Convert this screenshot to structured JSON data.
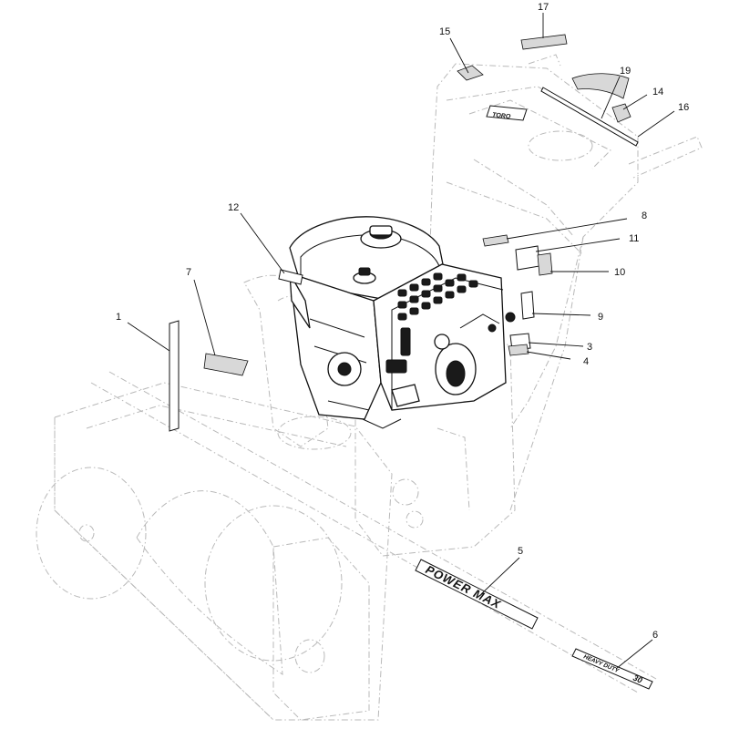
{
  "diagram": {
    "callouts": [
      {
        "id": "1",
        "label": "1"
      },
      {
        "id": "3",
        "label": "3"
      },
      {
        "id": "4",
        "label": "4"
      },
      {
        "id": "5",
        "label": "5"
      },
      {
        "id": "6",
        "label": "6"
      },
      {
        "id": "7",
        "label": "7"
      },
      {
        "id": "8",
        "label": "8"
      },
      {
        "id": "9",
        "label": "9"
      },
      {
        "id": "10",
        "label": "10"
      },
      {
        "id": "11",
        "label": "11"
      },
      {
        "id": "12",
        "label": "12"
      },
      {
        "id": "14",
        "label": "14"
      },
      {
        "id": "15",
        "label": "15"
      },
      {
        "id": "16",
        "label": "16"
      },
      {
        "id": "17",
        "label": "17"
      },
      {
        "id": "19",
        "label": "19"
      }
    ],
    "decal_texts": {
      "power_max": "POWER MAX",
      "heavy_duty": "HEAVY DUTY",
      "heavy_duty_size": "30",
      "panel_brand": "TORO"
    }
  }
}
